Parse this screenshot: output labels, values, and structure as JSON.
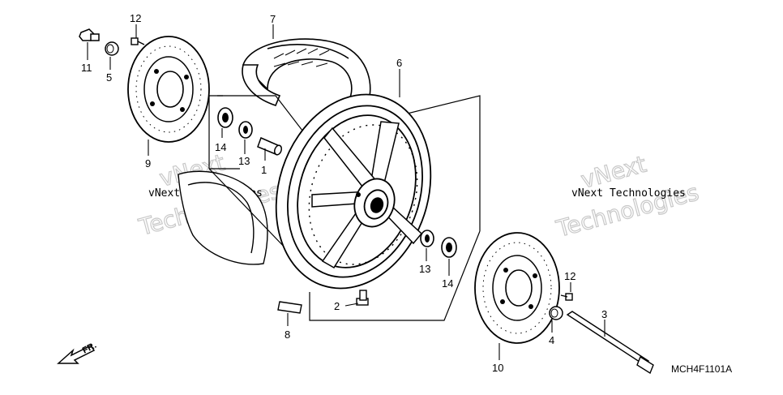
{
  "callouts": [
    "1",
    "2",
    "3",
    "4",
    "5",
    "6",
    "7",
    "8",
    "9",
    "10",
    "11",
    "12",
    "12",
    "13",
    "13",
    "14",
    "14"
  ],
  "watermark": {
    "line1": "vNext Technologies",
    "line2": "vNext",
    "line3": "Technologies"
  },
  "diagram_code": "MCH4F1101A",
  "direction_label": "FR."
}
